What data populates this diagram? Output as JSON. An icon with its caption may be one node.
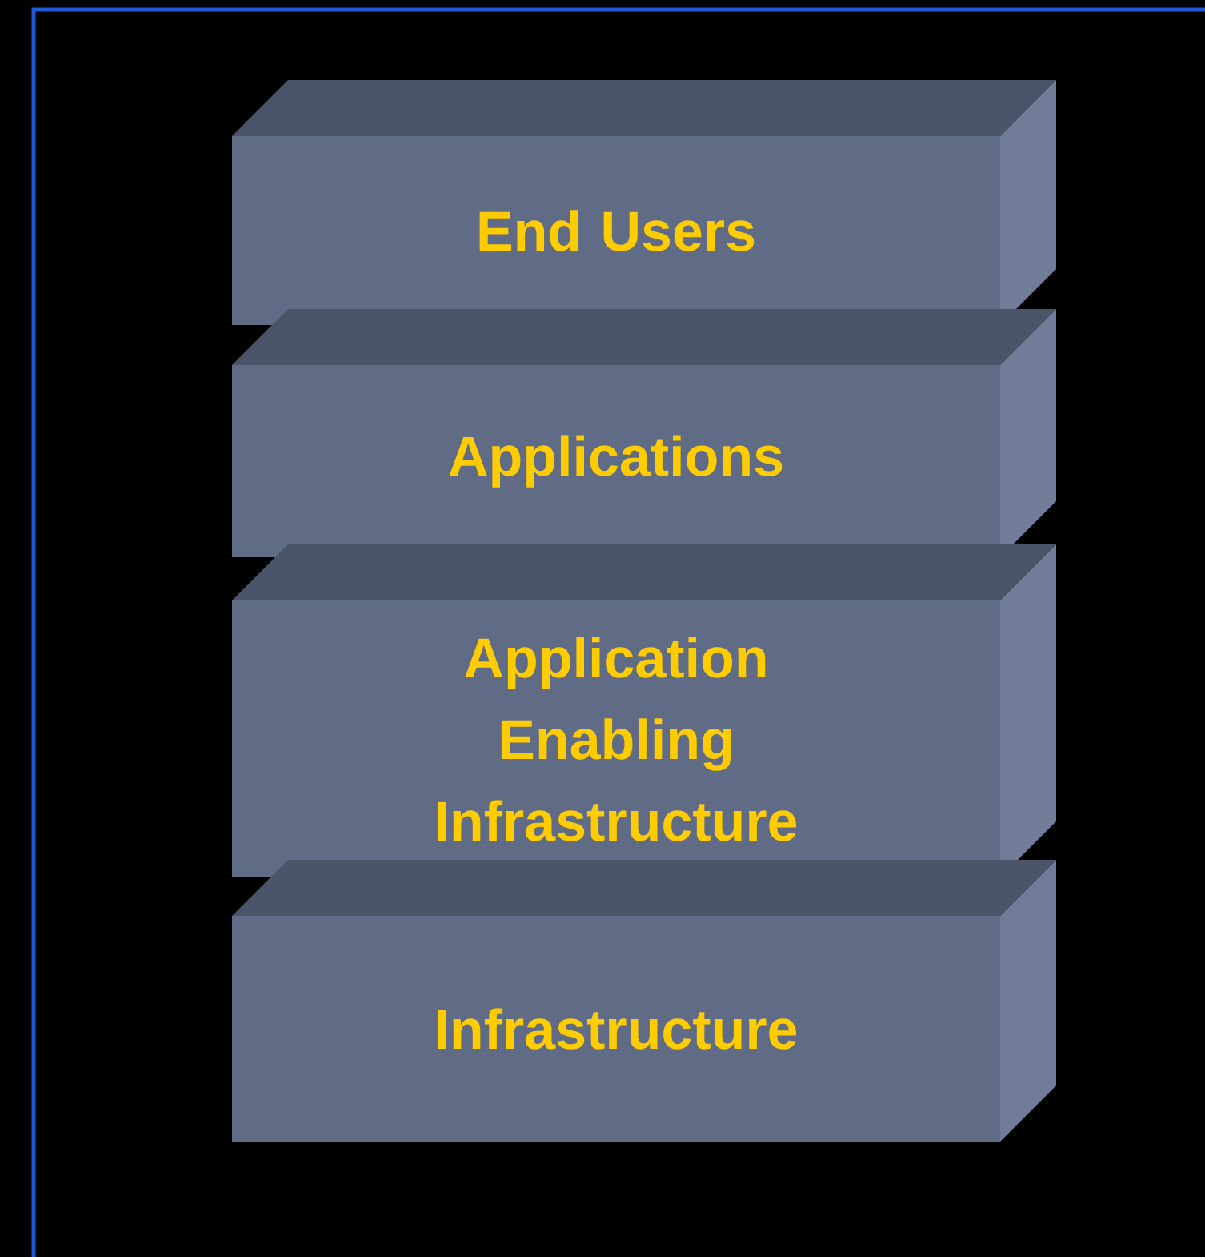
{
  "diagram": {
    "nodes": [
      {
        "text": [
          "End Users"
        ]
      },
      {
        "text": [
          "Applications"
        ]
      },
      {
        "text": [
          "Application Enabling Infrastructure"
        ]
      },
      {
        "text": [
          "Infrastructure"
        ]
      }
    ]
  }
}
